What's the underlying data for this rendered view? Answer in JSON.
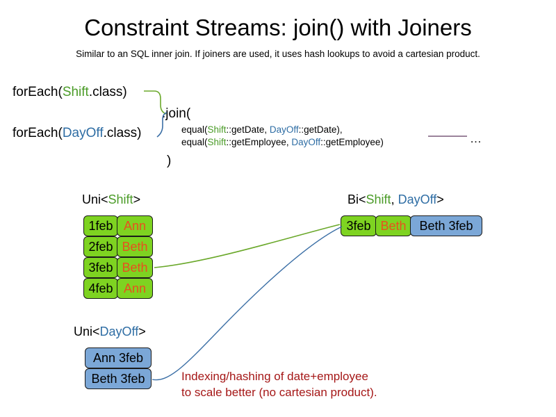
{
  "header": {
    "title": "Constraint Streams: join() with Joiners",
    "subtitle": "Similar to an SQL inner join. If joiners are used, it uses hash lookups to avoid a cartesian product."
  },
  "code": {
    "foreach_shift_prefix": "forEach(",
    "foreach_shift_class": "Shift",
    "foreach_shift_suffix": ".class)",
    "foreach_dayoff_prefix": "forEach(",
    "foreach_dayoff_class": "DayOff",
    "foreach_dayoff_suffix": ".class)",
    "join_open": ".join(",
    "join_close": ")",
    "joiner_date": {
      "prefix": "equal(",
      "left_class": "Shift",
      "left_method": "::getDate, ",
      "right_class": "DayOff",
      "right_method": "::getDate),"
    },
    "joiner_employee": {
      "prefix": "equal(",
      "left_class": "Shift",
      "left_method": "::getEmployee, ",
      "right_class": "DayOff",
      "right_method": "::getEmployee)"
    },
    "ellipsis": "…"
  },
  "streams": {
    "uni_shift": {
      "label_prefix": "Uni<",
      "label_class": "Shift",
      "label_suffix": ">",
      "rows": [
        {
          "date": "1feb",
          "name": "Ann"
        },
        {
          "date": "2feb",
          "name": "Beth"
        },
        {
          "date": "3feb",
          "name": "Beth"
        },
        {
          "date": "4feb",
          "name": "Ann"
        }
      ]
    },
    "uni_dayoff": {
      "label_prefix": "Uni<",
      "label_class": "DayOff",
      "label_suffix": ">",
      "rows": [
        {
          "text": "Ann 3feb"
        },
        {
          "text": "Beth 3feb"
        }
      ]
    },
    "bi": {
      "label_prefix": "Bi<",
      "label_class_a": "Shift",
      "label_separator": ", ",
      "label_class_b": "DayOff",
      "label_suffix": ">",
      "row": {
        "date": "3feb",
        "name": "Beth",
        "pair": "Beth 3feb"
      }
    }
  },
  "annotation": {
    "line1": "Indexing/hashing of date+employee",
    "line2": "to scale better (no cartesian product)."
  },
  "colors": {
    "shift_green": "#4a9b27",
    "dayoff_blue": "#2e6da4",
    "box_green": "#7ed321",
    "box_blue": "#7ba7d7",
    "name_orange": "#e8501e",
    "annotation_red": "#a51717",
    "wire_green": "#6aa82a",
    "wire_blue": "#3a6ea5",
    "rule_purple": "#7a5a7a"
  }
}
